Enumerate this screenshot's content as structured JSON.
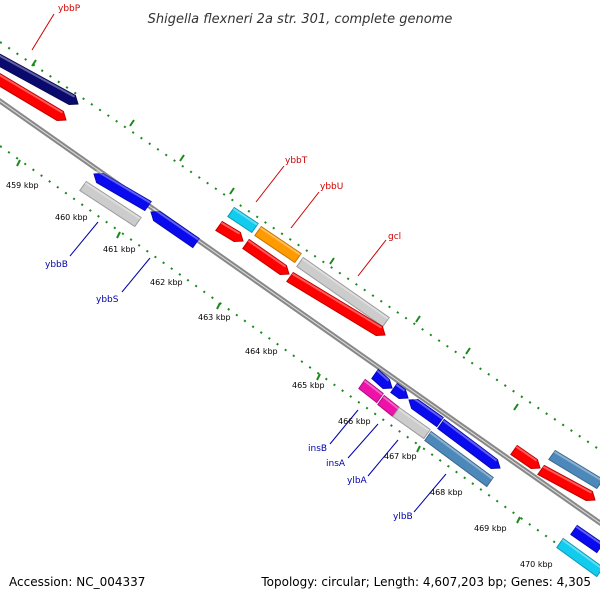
{
  "title": "Shigella flexneri 2a str. 301, complete genome",
  "footer": {
    "accession": "Accession: NC_004337",
    "info": "Topology: circular; Length: 4,607,203 bp; Genes: 4,305"
  },
  "ticks": [
    "459 kbp",
    "460 kbp",
    "461 kbp",
    "462 kbp",
    "463 kbp",
    "464 kbp",
    "465 kbp",
    "466 kbp",
    "467 kbp",
    "468 kbp",
    "469 kbp",
    "470 kbp"
  ],
  "genes": {
    "ybbP": "ybbP",
    "ybbT": "ybbT",
    "ybbU": "ybbU",
    "gcl": "gcl",
    "ybbB": "ybbB",
    "ybbS": "ybbS",
    "insB": "insB",
    "insA": "insA",
    "ylbA": "ylbA",
    "ylbB": "ylbB"
  },
  "colors": {
    "forward_label": "#cc0000",
    "reverse_label": "#0000aa",
    "backbone": "#888888",
    "ticks": "#1a8a1a",
    "red": "#ff0000",
    "navy": "#0a0a6e",
    "blue": "#0a0aee",
    "gray": "#cccccc",
    "orange": "#ff9a00",
    "cyan": "#11ccee",
    "steel": "#4d88bb",
    "magenta": "#ee11aa"
  }
}
